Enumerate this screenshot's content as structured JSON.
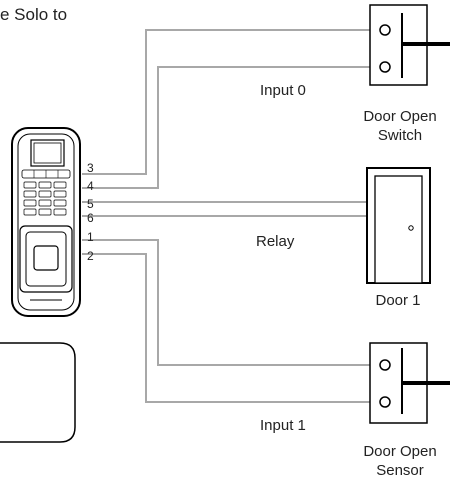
{
  "caption_fragment": "e Solo to",
  "wire_numbers": [
    "3",
    "4",
    "5",
    "6",
    "1",
    "2"
  ],
  "labels": {
    "input0": "Input 0",
    "relay": "Relay",
    "input1": "Input 1"
  },
  "devices": {
    "door_open_switch": {
      "line1": "Door Open",
      "line2": "Switch"
    },
    "door": {
      "label": "Door 1"
    },
    "door_open_sensor": {
      "line1": "Door Open",
      "line2": "Sensor"
    }
  },
  "icons": [
    "fingerprint-reader-icon",
    "keypad-icon",
    "door-icon",
    "switch-contact-icon",
    "sensor-contact-icon"
  ],
  "colors": {
    "wire": "#a8a8a8",
    "outline": "#000000",
    "text": "#222222",
    "sensor_bar": "#000000"
  }
}
